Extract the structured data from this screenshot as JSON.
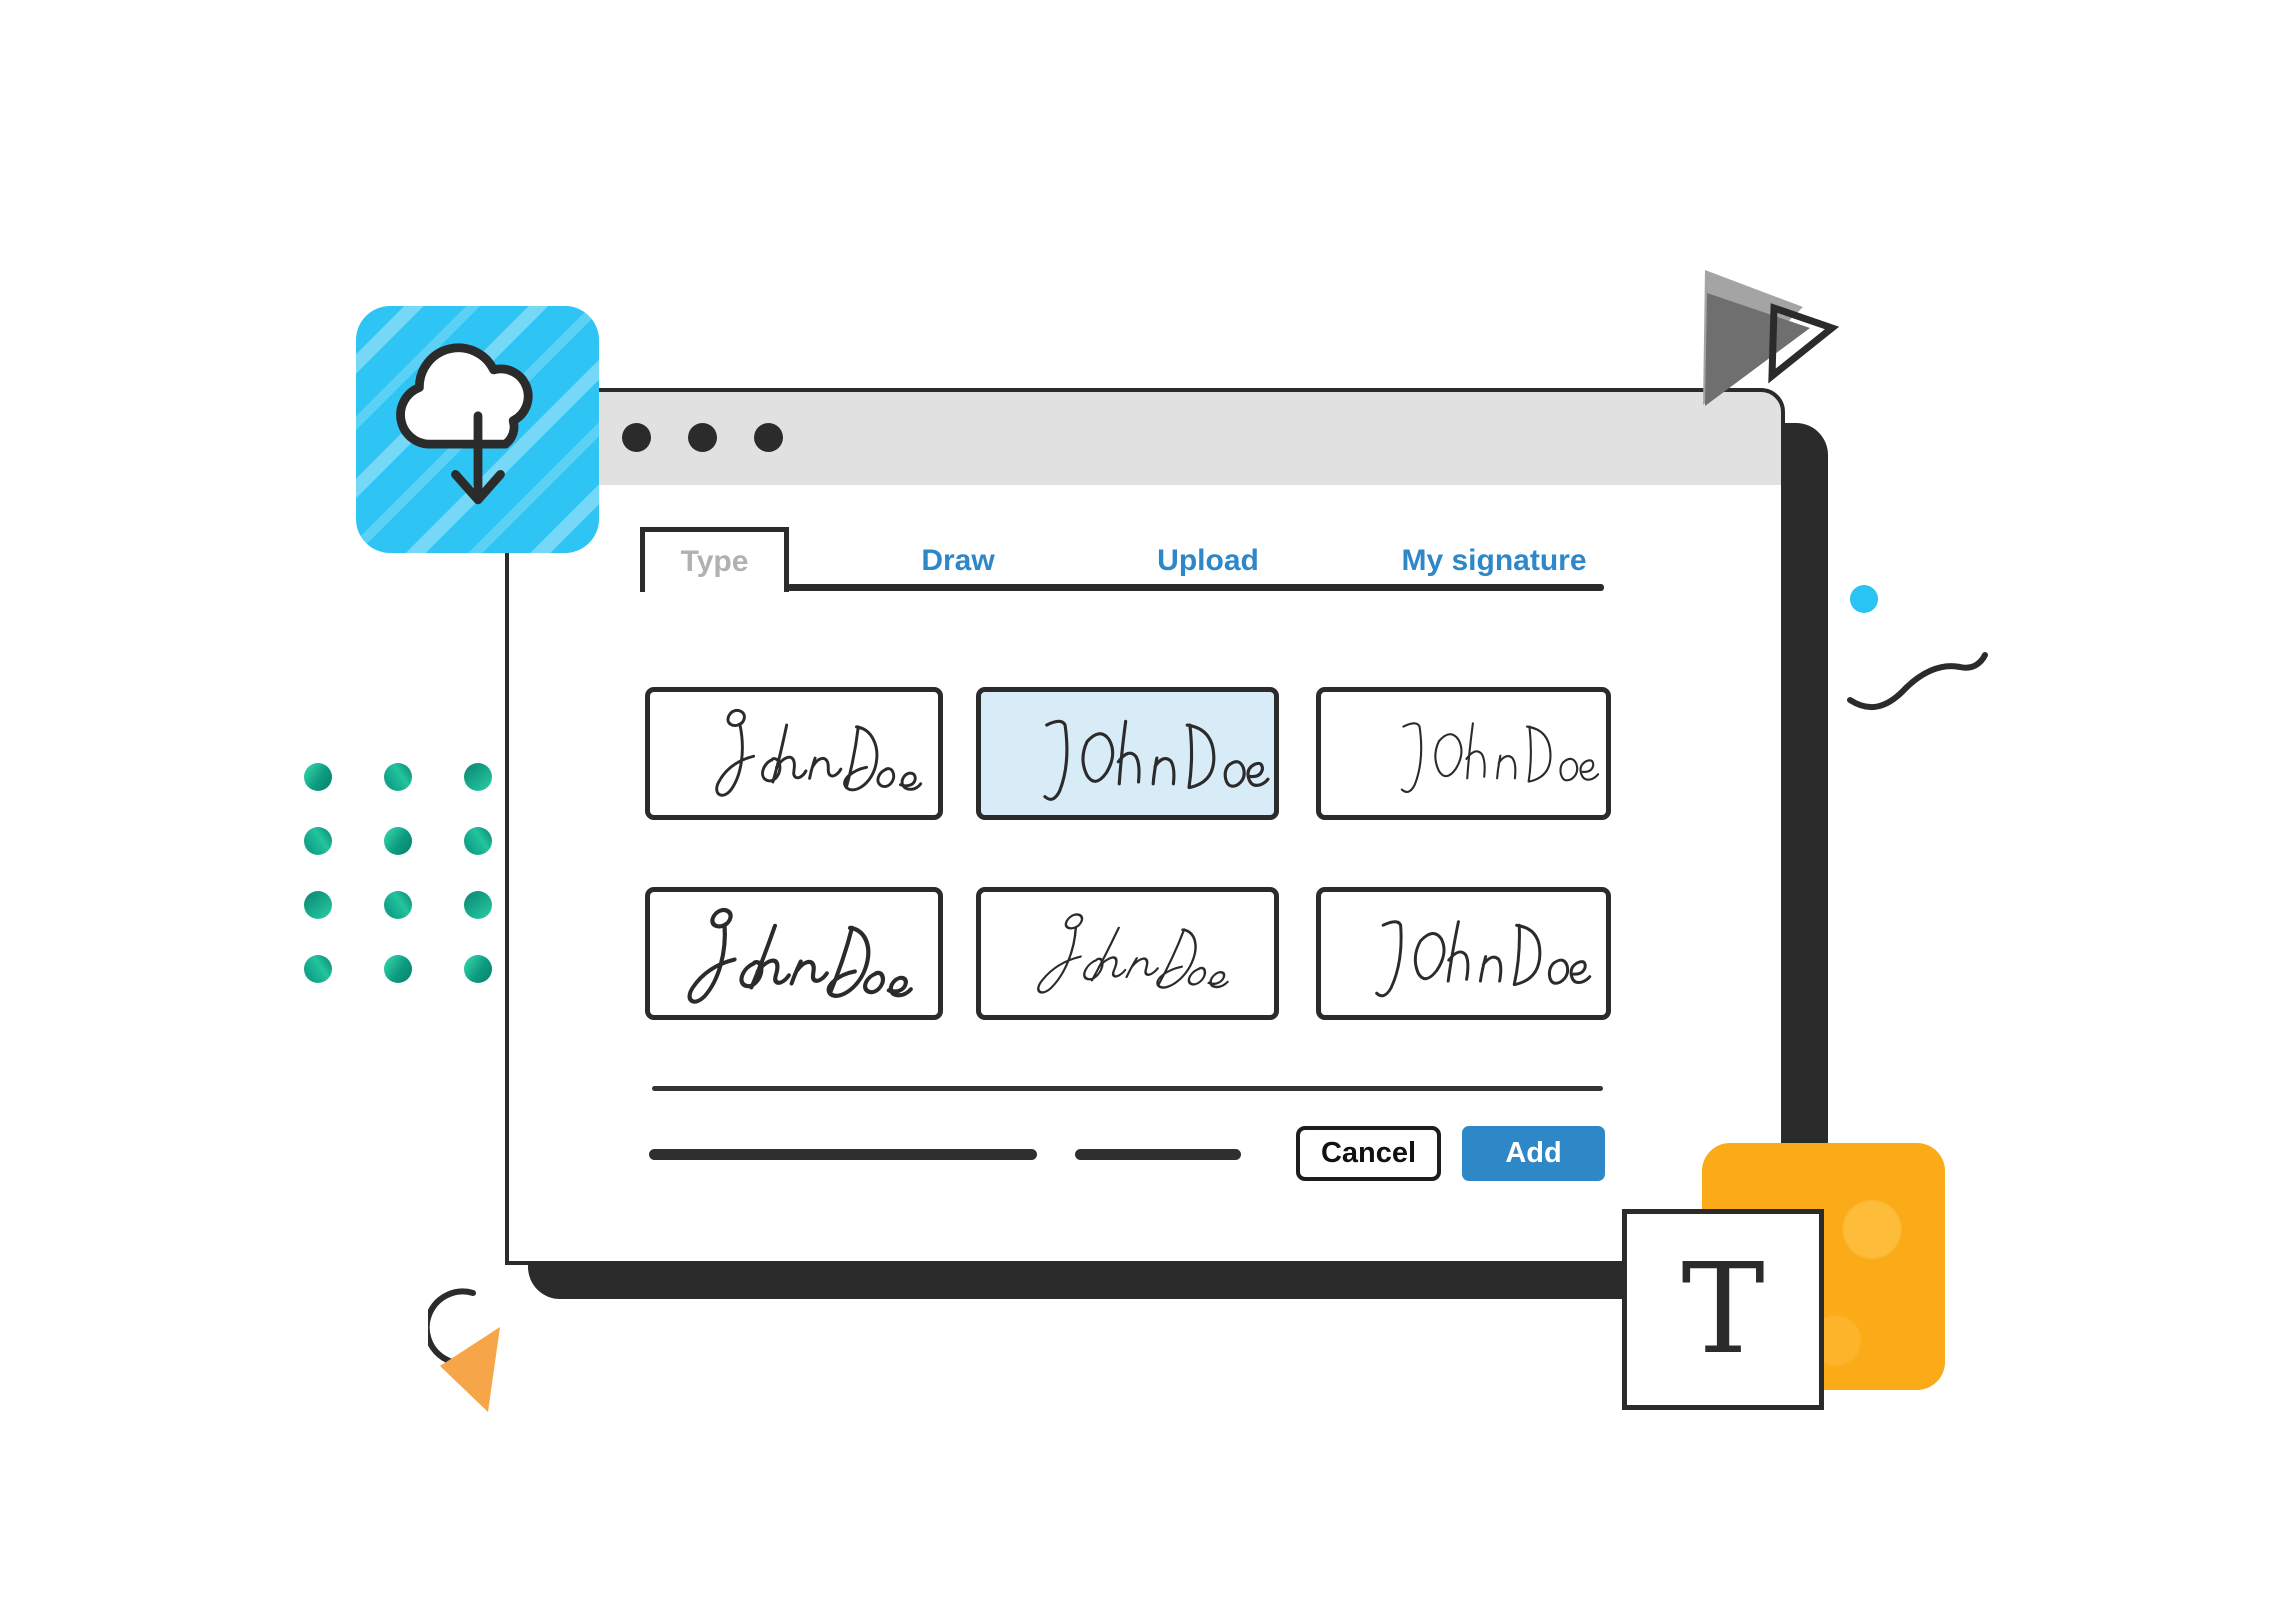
{
  "window": {
    "toolbar_dot_count": 3,
    "tabs": [
      {
        "label": "Type",
        "state": "active"
      },
      {
        "label": "Draw",
        "state": "inactive"
      },
      {
        "label": "Upload",
        "state": "inactive"
      },
      {
        "label": "My signature",
        "state": "inactive"
      }
    ],
    "signature_options": [
      {
        "name": "John Doe",
        "style": "flowing-cursive",
        "selected": false
      },
      {
        "name": "John Doe",
        "style": "tall-handprint",
        "selected": true
      },
      {
        "name": "John Doe",
        "style": "light-handprint",
        "selected": false
      },
      {
        "name": "John Doe",
        "style": "heavy-scrawl",
        "selected": false
      },
      {
        "name": "John Doe",
        "style": "slanted-cursive",
        "selected": false
      },
      {
        "name": "John Doe",
        "style": "mixed-handprint",
        "selected": false
      }
    ],
    "footer": {
      "cancel_label": "Cancel",
      "add_label": "Add"
    }
  },
  "decorations": {
    "cloud_icon": "cloud-download-icon",
    "text_tool_letter": "T",
    "paper_plane_icon": "paper-plane-icon"
  },
  "colors": {
    "accent_blue": "#2e88c8",
    "selected_box_fill": "#d8ecf8",
    "cyan_tile": "#2ec4f3",
    "yellow_tile": "#fbab18",
    "teal_dot": "#12a489",
    "orange_arrow": "#f7a549",
    "ink_dark": "#2b2b2b",
    "bar_gray": "#e1e1e1",
    "inactive_tab_text": "#b1b1b1"
  }
}
